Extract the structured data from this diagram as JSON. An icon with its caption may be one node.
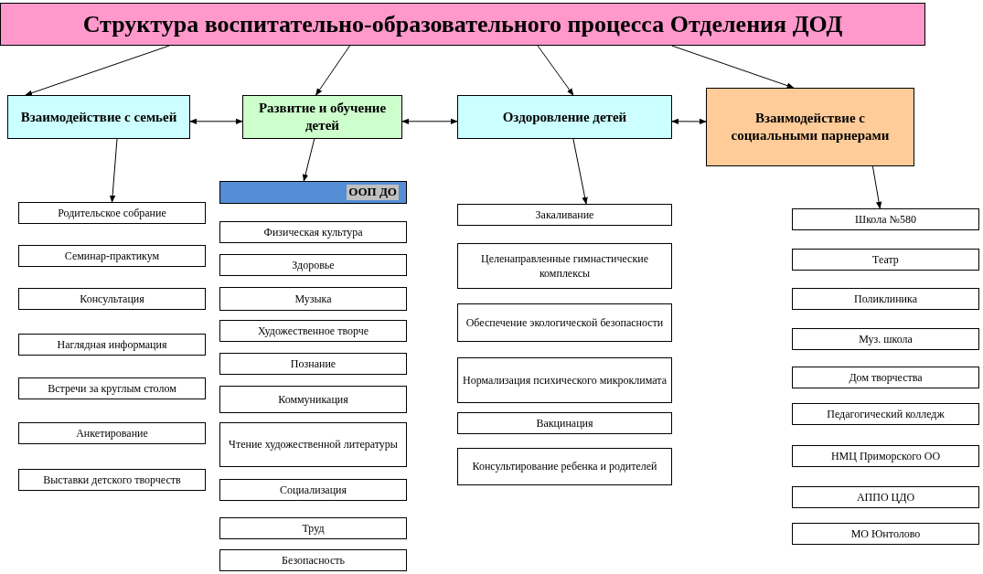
{
  "diagram": {
    "nodes": [
      {
        "text": [
          "Структура воспитательно-образовательного процесса Отделения ДОД"
        ]
      },
      {
        "text": [
          "Взаимодействие с семьей"
        ]
      },
      {
        "text": [
          "Развитие и обучение детей"
        ]
      },
      {
        "text": [
          "Оздоровление детей"
        ]
      },
      {
        "text": [
          "Взаимодействие с социальными парнерами"
        ]
      },
      {
        "text": [
          "Родительское собрание"
        ]
      },
      {
        "text": [
          "Семинар-практикум"
        ]
      },
      {
        "text": [
          "Консультация"
        ]
      },
      {
        "text": [
          "Наглядная информация"
        ]
      },
      {
        "text": [
          "Встречи за круглым столом"
        ]
      },
      {
        "text": [
          "Анкетирование"
        ]
      },
      {
        "text": [
          "Выставки детского творчеств"
        ]
      },
      {
        "text": [
          "ООП ДО"
        ]
      },
      {
        "text": [
          "Физическая культура"
        ]
      },
      {
        "text": [
          "Здоровье"
        ]
      },
      {
        "text": [
          "Музыка"
        ]
      },
      {
        "text": [
          "Художественное творче"
        ]
      },
      {
        "text": [
          "Познание"
        ]
      },
      {
        "text": [
          "Коммуникация"
        ]
      },
      {
        "text": [
          "Чтение художественной литературы"
        ]
      },
      {
        "text": [
          "Социализация"
        ]
      },
      {
        "text": [
          "Труд"
        ]
      },
      {
        "text": [
          "Безопасность"
        ]
      },
      {
        "text": [
          "Закаливание"
        ]
      },
      {
        "text": [
          "Целенаправленные гимнастические комплексы"
        ]
      },
      {
        "text": [
          "Обеспечение экологической безопасности"
        ]
      },
      {
        "text": [
          "Нормализация психического микроклимата"
        ]
      },
      {
        "text": [
          "Вакцинация"
        ]
      },
      {
        "text": [
          "Консультирование ребенка и родителей"
        ]
      },
      {
        "text": [
          "Школа №580"
        ]
      },
      {
        "text": [
          "Театр"
        ]
      },
      {
        "text": [
          "Поликлиника"
        ]
      },
      {
        "text": [
          "Муз. школа"
        ]
      },
      {
        "text": [
          "Дом творчества"
        ]
      },
      {
        "text": [
          "Педагогический колледж"
        ]
      },
      {
        "text": [
          "НМЦ Приморского ОО"
        ]
      },
      {
        "text": [
          "АППО ЦДО"
        ]
      },
      {
        "text": [
          "МО Юнтолово"
        ]
      }
    ],
    "edges": [
      {
        "from": 0,
        "to": 1,
        "arrow": "to"
      },
      {
        "from": 0,
        "to": 2,
        "arrow": "to"
      },
      {
        "from": 0,
        "to": 3,
        "arrow": "to"
      },
      {
        "from": 0,
        "to": 4,
        "arrow": "to"
      },
      {
        "from": 1,
        "to": 2,
        "arrow": "both"
      },
      {
        "from": 2,
        "to": 3,
        "arrow": "both"
      },
      {
        "from": 3,
        "to": 4,
        "arrow": "both"
      },
      {
        "from": 1,
        "to": 5,
        "arrow": "to"
      },
      {
        "from": 2,
        "to": 12,
        "arrow": "to"
      },
      {
        "from": 3,
        "to": 23,
        "arrow": "to"
      },
      {
        "from": 4,
        "to": 29,
        "arrow": "to"
      }
    ]
  }
}
